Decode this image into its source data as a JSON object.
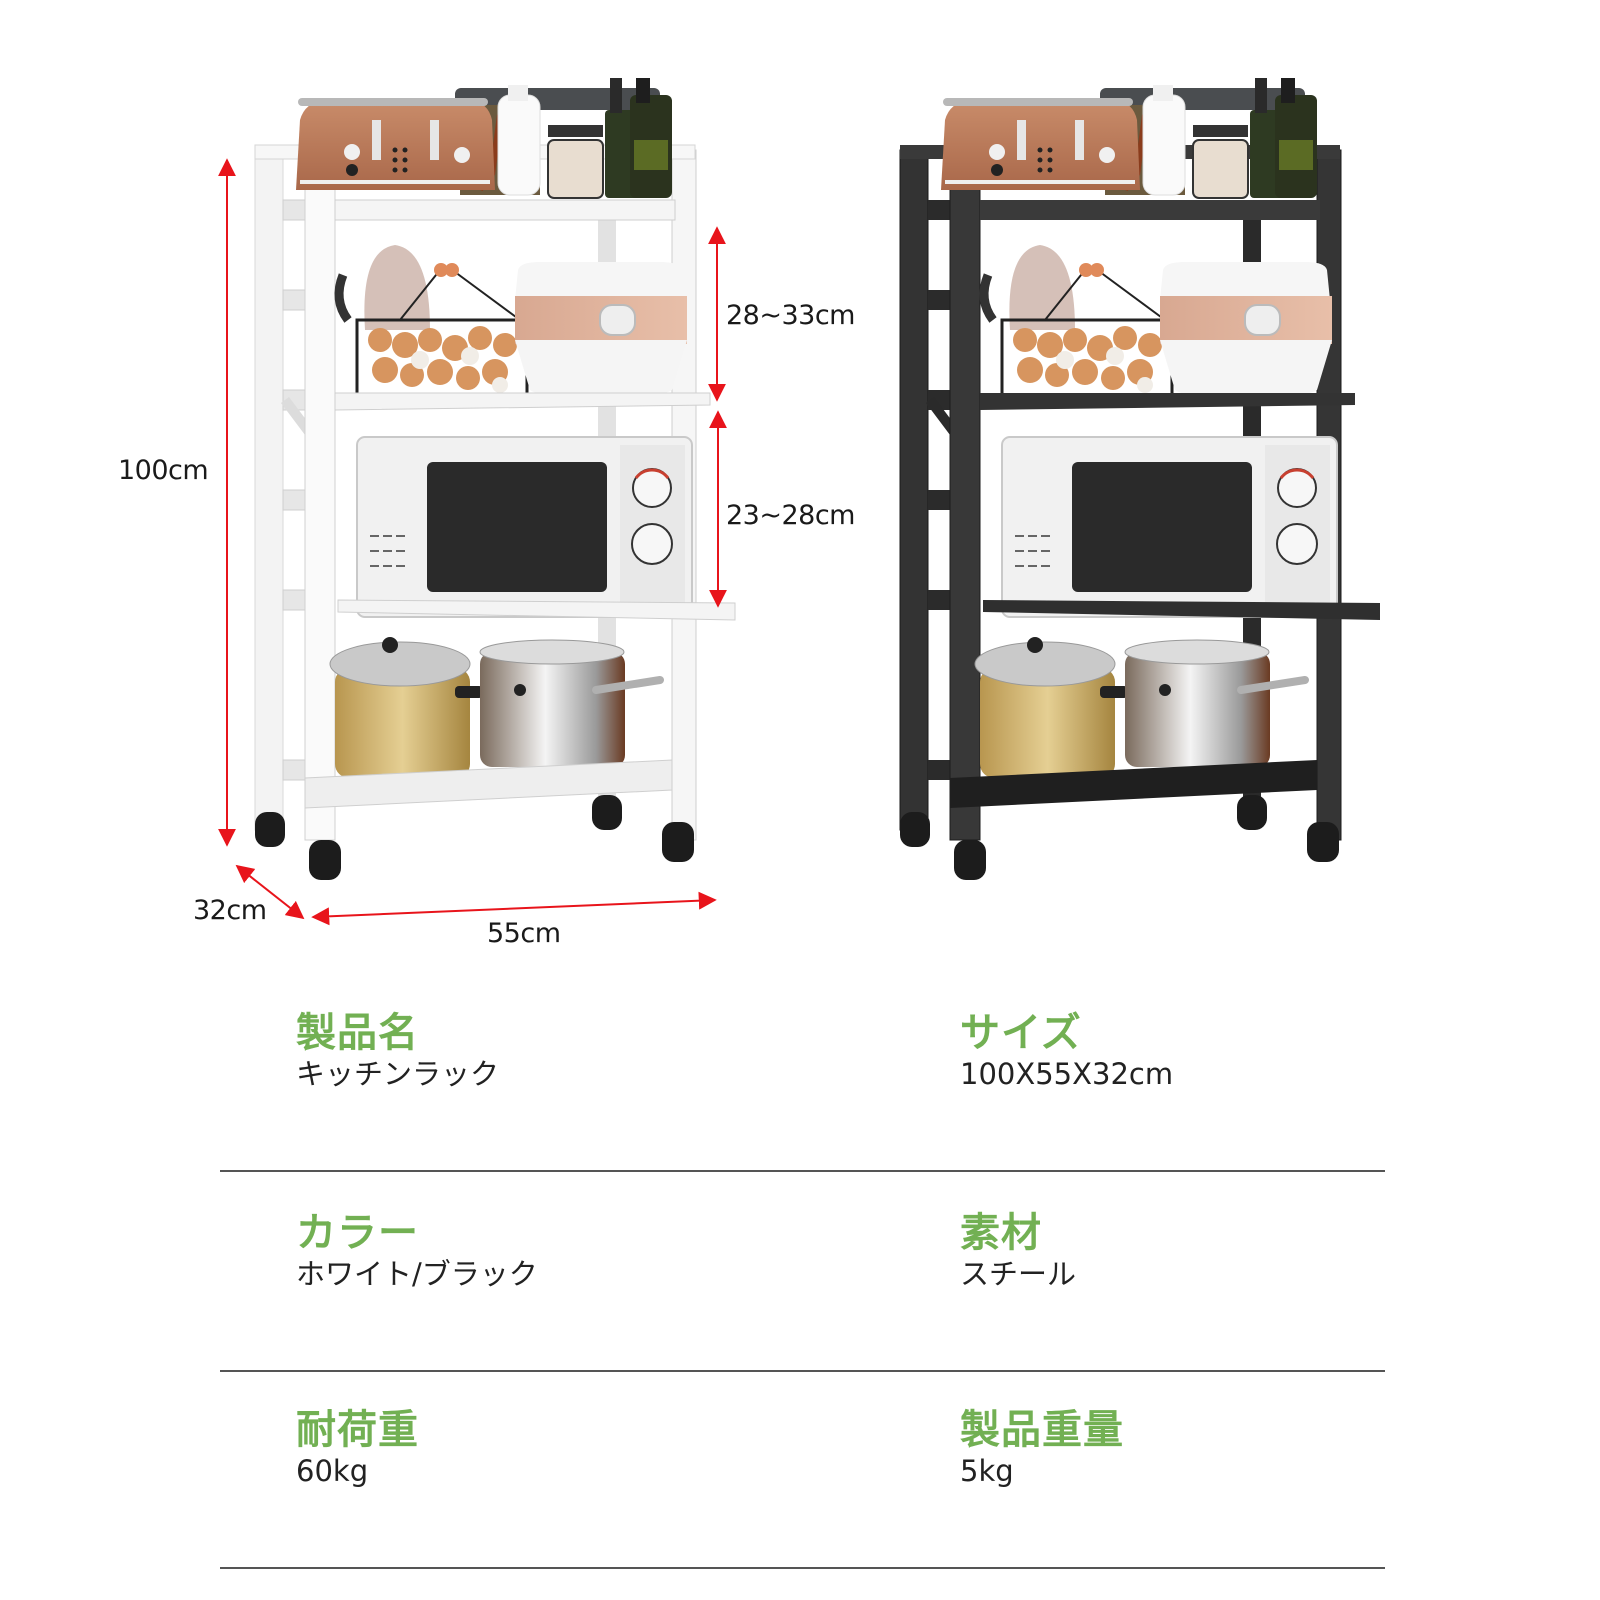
{
  "product_illustration": {
    "variants": [
      {
        "name": "white-rack",
        "frame_color": "#f4f4f4",
        "frame_shade": "#d9d9d9"
      },
      {
        "name": "black-rack",
        "frame_color": "#2f2f2f",
        "frame_shade": "#1c1c1c"
      }
    ],
    "dimension_line_color": "#e8141b",
    "dimensions": {
      "height": "100cm",
      "upper_gap": "28~33cm",
      "middle_gap": "23~28cm",
      "depth": "32cm",
      "width": "55cm"
    }
  },
  "specs": {
    "label_color": "#72b053",
    "rows": [
      {
        "left": {
          "label": "製品名",
          "value": "キッチンラック"
        },
        "right": {
          "label": "サイズ",
          "value": "100X55X32cm"
        }
      },
      {
        "left": {
          "label": "カラー",
          "value": "ホワイト/ブラック"
        },
        "right": {
          "label": "素材",
          "value": "スチール"
        }
      },
      {
        "left": {
          "label": "耐荷重",
          "value": "60kg"
        },
        "right": {
          "label": "製品重量",
          "value": "5kg"
        }
      }
    ]
  }
}
